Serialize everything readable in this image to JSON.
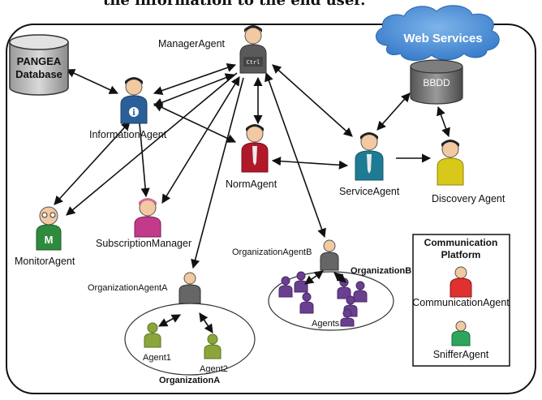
{
  "header_fragment": "the information to the end user.",
  "nodes": {
    "pangea": {
      "line1": "PANGEA",
      "line2": "Database"
    },
    "web_services": "Web Services",
    "bbdd": "BBDD",
    "manager_agent": "ManagerAgent",
    "manager_badge": "Ctrl",
    "information_agent": "InformationAgent",
    "information_badge": "i",
    "norm_agent": "NormAgent",
    "service_agent": "ServiceAgent",
    "discovery_agent": "Discovery Agent",
    "monitor_agent": "MonitorAgent",
    "monitor_badge": "M",
    "subscription_manager": "SubscriptionManager",
    "organization_agent_a": "OrganizationAgentA",
    "organization_agent_b": "OrganizationAgentB",
    "organization_a": "OrganizationA",
    "organization_b": "OrganizationB",
    "agent1": "Agent1",
    "agent2": "Agent2",
    "agents": "Agents"
  },
  "legend": {
    "title_line1": "Communication",
    "title_line2": "Platform",
    "communication_agent": "CommunicationAgent",
    "sniffer_agent": "SnifferAgent"
  }
}
